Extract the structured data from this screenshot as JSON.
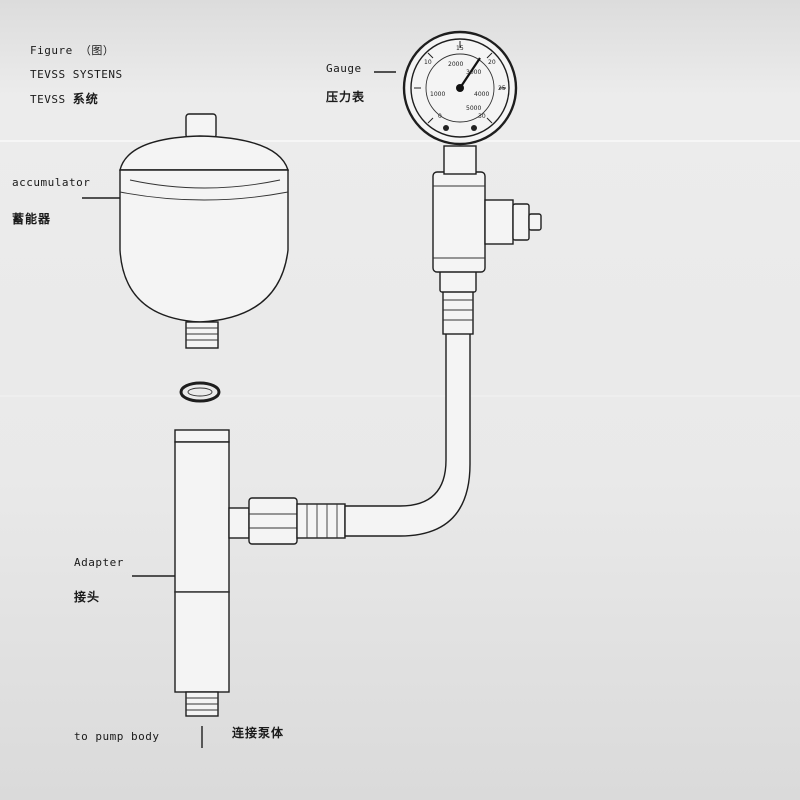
{
  "header": {
    "line1": "Figure （图）",
    "line2": "TEVSS SYSTENS",
    "line3_en": "TEVSS",
    "line3_cn": "系统"
  },
  "labels": {
    "gauge_en": "Gauge",
    "gauge_cn": "压力表",
    "accumulator_en": "accumulator",
    "accumulator_cn": "蓄能器",
    "adapter_en": "Adapter",
    "adapter_cn": "接头",
    "pump_en": "to pump body",
    "pump_cn": "连接泵体"
  },
  "gauge_dial": {
    "scale_top": "15",
    "scale_left": "10",
    "scale_right": "20",
    "scale_far_right": "25",
    "inner_top": "2000",
    "inner_mid": "3000",
    "inner_right": "4000",
    "inner_bottom": "5000",
    "inner_left": "1000",
    "bottom_mark": "0",
    "bottom_right_mark": "30"
  }
}
